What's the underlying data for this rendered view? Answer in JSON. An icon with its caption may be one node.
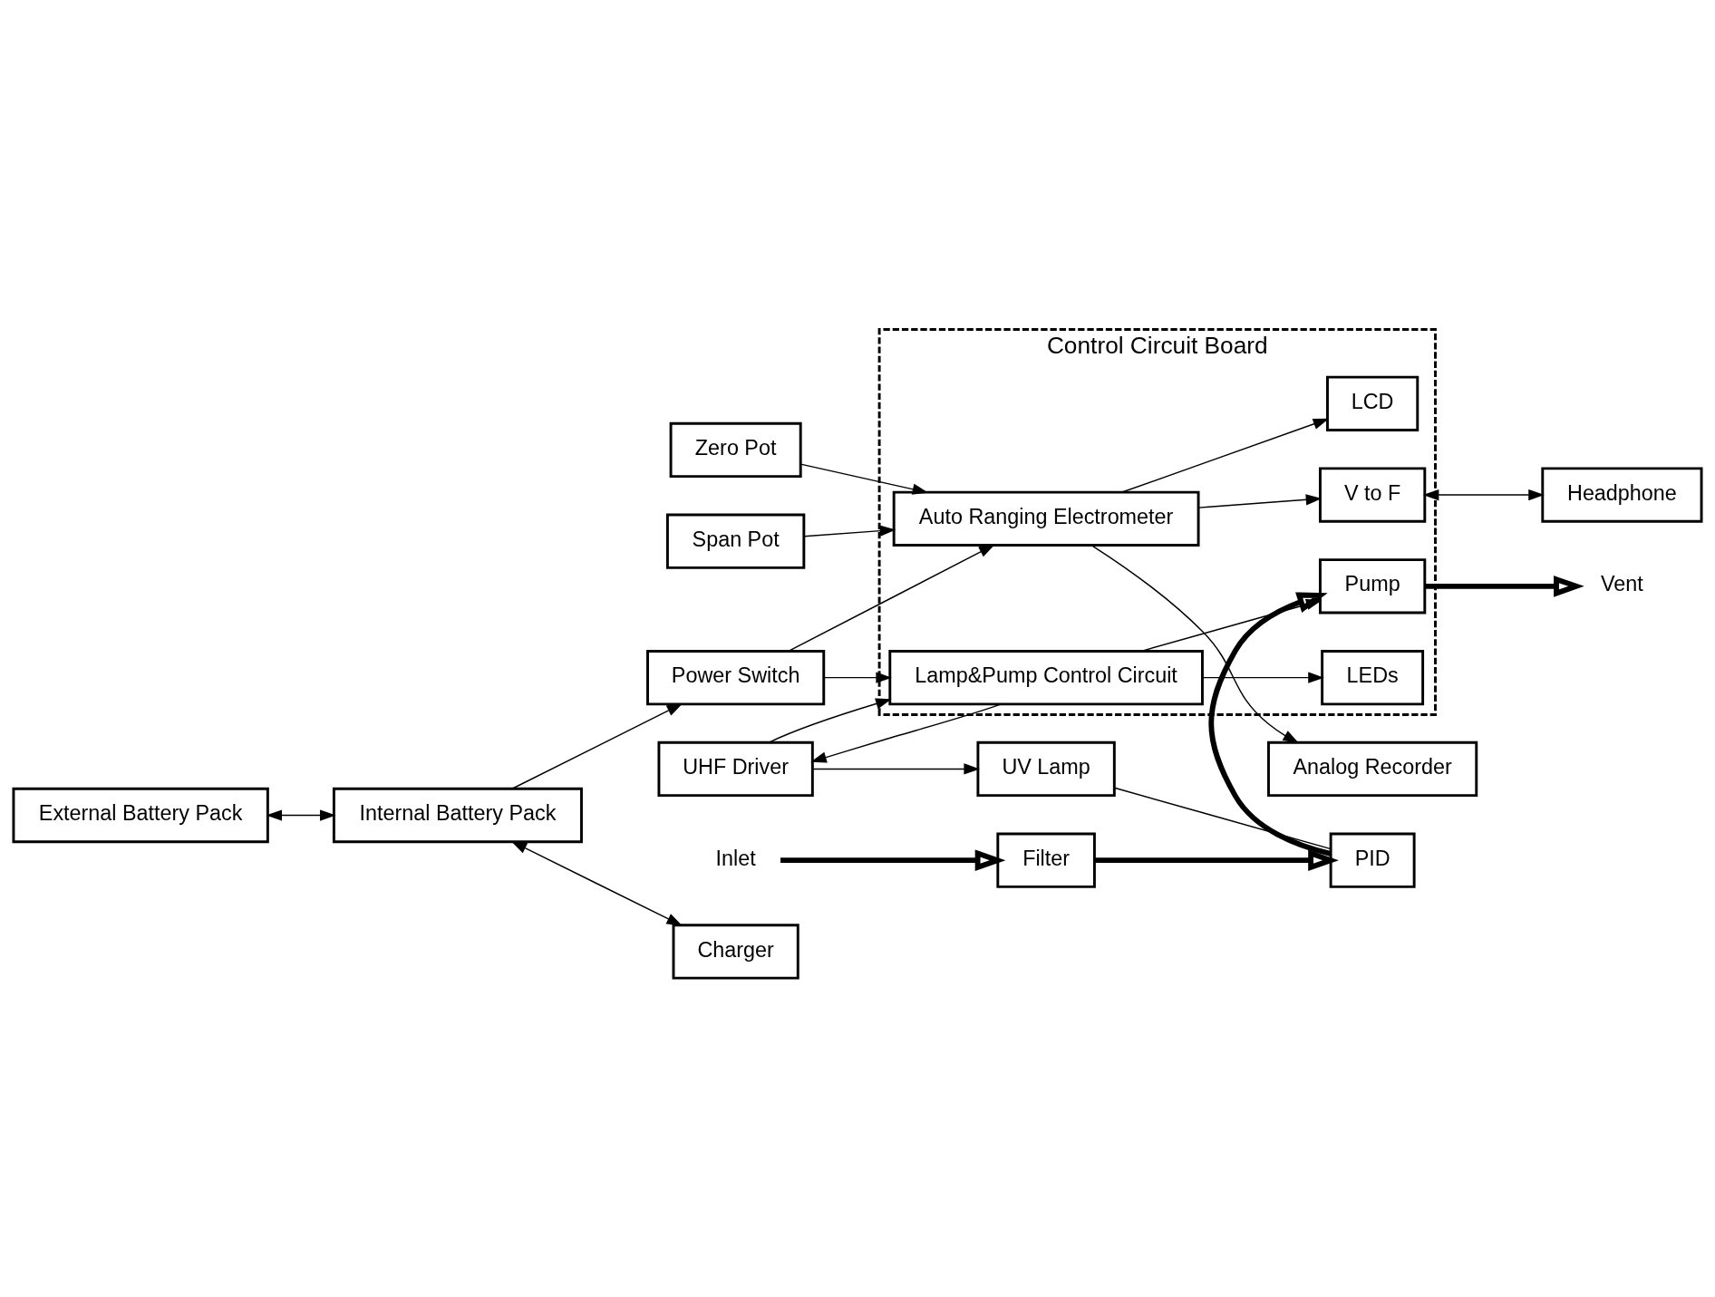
{
  "diagram": {
    "nodes": [
      {
        "text": [
          "Control Circuit Board"
        ]
      },
      {
        "text": [
          "Lamp&Pump Control Circuit"
        ],
        "in": 0
      },
      {
        "text": [
          "Pump"
        ],
        "in": 0
      },
      {
        "text": [
          "LEDs"
        ],
        "in": 0
      },
      {
        "text": [
          "Auto Ranging Electrometer"
        ],
        "in": 0
      },
      {
        "text": [
          "LCD"
        ],
        "in": 0
      },
      {
        "text": [
          "V to F"
        ],
        "in": 0
      },
      {
        "text": [
          "UHF Driver"
        ]
      },
      {
        "text": [
          "UV Lamp"
        ]
      },
      {
        "text": [
          "Inlet"
        ]
      },
      {
        "text": [
          "Filter"
        ]
      },
      {
        "text": [
          "PID"
        ]
      },
      {
        "text": [
          "Vent"
        ]
      },
      {
        "text": [
          "Zero Pot"
        ]
      },
      {
        "text": [
          "Span Pot"
        ]
      },
      {
        "text": [
          "Power Switch"
        ]
      },
      {
        "text": [
          "External Battery Pack"
        ]
      },
      {
        "text": [
          "Internal Battery Pack"
        ]
      },
      {
        "text": [
          "Charger"
        ]
      },
      {
        "text": [
          "Analog Recorder"
        ]
      },
      {
        "text": [
          "Headphone"
        ]
      }
    ],
    "edges": [
      {
        "from": 7,
        "to": 1,
        "arrow": "to"
      },
      {
        "from": 1,
        "to": 7,
        "arrow": "to"
      },
      {
        "from": 7,
        "to": 8,
        "arrow": "to"
      },
      {
        "from": 8,
        "to": 11,
        "arrow": "none"
      },
      {
        "from": 9,
        "to": 10,
        "arrow": "to",
        "style": "thick"
      },
      {
        "from": 10,
        "to": 11,
        "arrow": "to",
        "style": "thick"
      },
      {
        "from": 11,
        "to": 2,
        "arrow": "to",
        "style": "thick"
      },
      {
        "from": 2,
        "to": 12,
        "arrow": "to",
        "style": "thick"
      },
      {
        "from": 1,
        "to": 2,
        "arrow": "to"
      },
      {
        "from": 1,
        "to": 3,
        "arrow": "to"
      },
      {
        "from": 13,
        "to": 4,
        "arrow": "to"
      },
      {
        "from": 14,
        "to": 4,
        "arrow": "to"
      },
      {
        "from": 15,
        "to": 1,
        "arrow": "to"
      },
      {
        "from": 15,
        "to": 4,
        "arrow": "to"
      },
      {
        "from": 17,
        "to": 15,
        "arrow": "to"
      },
      {
        "from": 16,
        "to": 17,
        "arrow": "both"
      },
      {
        "from": 17,
        "to": 18,
        "arrow": "both"
      },
      {
        "from": 4,
        "to": 19,
        "arrow": "to"
      },
      {
        "from": 4,
        "to": 5,
        "arrow": "to"
      },
      {
        "from": 4,
        "to": 6,
        "arrow": "to"
      },
      {
        "from": 6,
        "to": 20,
        "arrow": "both"
      }
    ]
  }
}
